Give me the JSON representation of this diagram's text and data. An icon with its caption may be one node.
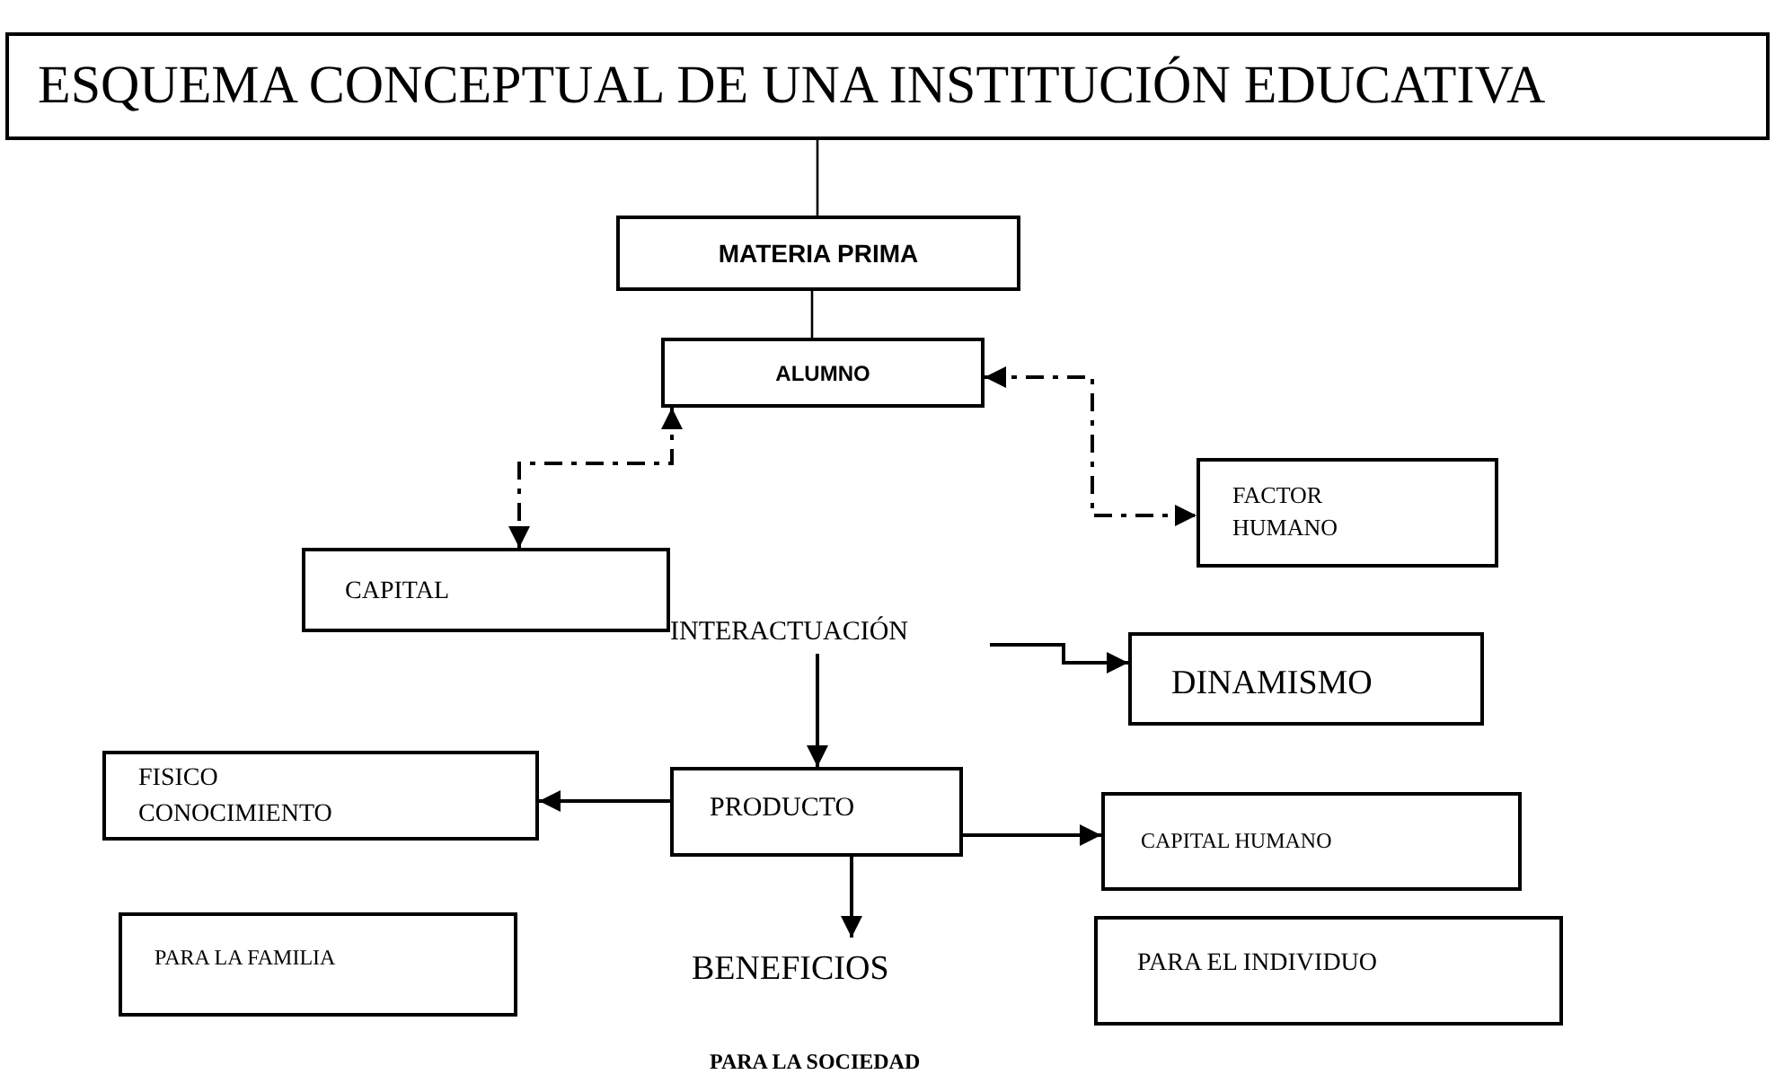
{
  "diagram": {
    "nodes": [
      {
        "text": [
          "ESQUEMA CONCEPTUAL DE UNA INSTITUCIÓN EDUCATIVA"
        ]
      },
      {
        "text": [
          "MATERIA PRIMA"
        ]
      },
      {
        "text": [
          "ALUMNO"
        ]
      },
      {
        "text": [
          "CAPITAL"
        ]
      },
      {
        "text": [
          "FACTOR HUMANO"
        ]
      },
      {
        "text": [
          "INTERACTUACIÓN"
        ]
      },
      {
        "text": [
          "DINAMISMO"
        ]
      },
      {
        "text": [
          "FISICO CONOCIMIENTO"
        ]
      },
      {
        "text": [
          "PRODUCTO"
        ]
      },
      {
        "text": [
          "CAPITAL HUMANO"
        ]
      },
      {
        "text": [
          "PARA LA FAMILIA"
        ]
      },
      {
        "text": [
          "BENEFICIOS"
        ]
      },
      {
        "text": [
          "PARA EL INDIVIDUO"
        ]
      }
    ],
    "edges": [
      {
        "from": 0,
        "to": 1,
        "arrow": "none"
      },
      {
        "from": 1,
        "to": 2,
        "arrow": "none"
      },
      {
        "from": 2,
        "to": 3,
        "arrow": "both",
        "style": "dashed"
      },
      {
        "from": 2,
        "to": 4,
        "arrow": "both",
        "style": "dashed"
      },
      {
        "from": 5,
        "to": 6,
        "arrow": "to"
      },
      {
        "from": 5,
        "to": 8,
        "arrow": "to"
      },
      {
        "from": 8,
        "to": 7,
        "arrow": "to"
      },
      {
        "from": 8,
        "to": 9,
        "arrow": "to"
      },
      {
        "from": 8,
        "to": 11,
        "arrow": "to"
      }
    ],
    "labels": [
      "PARA LA SOCIEDAD"
    ]
  }
}
